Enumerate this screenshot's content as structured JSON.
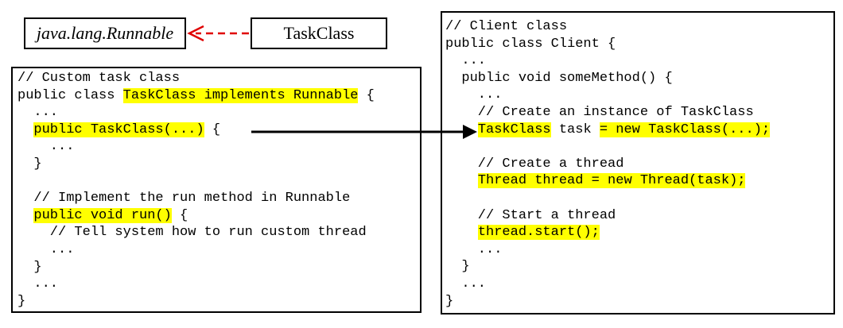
{
  "runnable_label": "java.lang.Runnable",
  "taskclass_label": "TaskClass",
  "task_code": [
    [
      {
        "t": "// Custom task class"
      }
    ],
    [
      {
        "t": "public class "
      },
      {
        "t": "TaskClass implements Runnable",
        "hl": true
      },
      {
        "t": " {"
      }
    ],
    [
      {
        "t": "  ..."
      }
    ],
    [
      {
        "t": "  "
      },
      {
        "t": "public TaskClass(...)",
        "hl": true
      },
      {
        "t": " {"
      }
    ],
    [
      {
        "t": "    ..."
      }
    ],
    [
      {
        "t": "  }"
      }
    ],
    [
      {
        "t": ""
      }
    ],
    [
      {
        "t": "  // Implement the run method in Runnable"
      }
    ],
    [
      {
        "t": "  "
      },
      {
        "t": "public void run()",
        "hl": true
      },
      {
        "t": " {"
      }
    ],
    [
      {
        "t": "    // Tell system how to run custom thread"
      }
    ],
    [
      {
        "t": "    ..."
      }
    ],
    [
      {
        "t": "  }"
      }
    ],
    [
      {
        "t": "  ..."
      }
    ],
    [
      {
        "t": "}"
      }
    ]
  ],
  "client_code": [
    [
      {
        "t": "// Client class"
      }
    ],
    [
      {
        "t": "public class Client {"
      }
    ],
    [
      {
        "t": "  ..."
      }
    ],
    [
      {
        "t": "  public void someMethod() {"
      }
    ],
    [
      {
        "t": "    ..."
      }
    ],
    [
      {
        "t": "    // Create an instance of TaskClass"
      }
    ],
    [
      {
        "t": "    "
      },
      {
        "t": "TaskClass",
        "hl": true
      },
      {
        "t": " task "
      },
      {
        "t": "= new TaskClass(...);",
        "hl": true
      }
    ],
    [
      {
        "t": ""
      }
    ],
    [
      {
        "t": "    // Create a thread"
      }
    ],
    [
      {
        "t": "    "
      },
      {
        "t": "Thread thread = new Thread(task);",
        "hl": true
      }
    ],
    [
      {
        "t": ""
      }
    ],
    [
      {
        "t": "    // Start a thread"
      }
    ],
    [
      {
        "t": "    "
      },
      {
        "t": "thread.start();",
        "hl": true
      }
    ],
    [
      {
        "t": "    ..."
      }
    ],
    [
      {
        "t": "  }"
      }
    ],
    [
      {
        "t": "  ..."
      }
    ],
    [
      {
        "t": "}"
      }
    ]
  ],
  "colors": {
    "highlight": "#ffff00",
    "arrow_red": "#e00000"
  }
}
